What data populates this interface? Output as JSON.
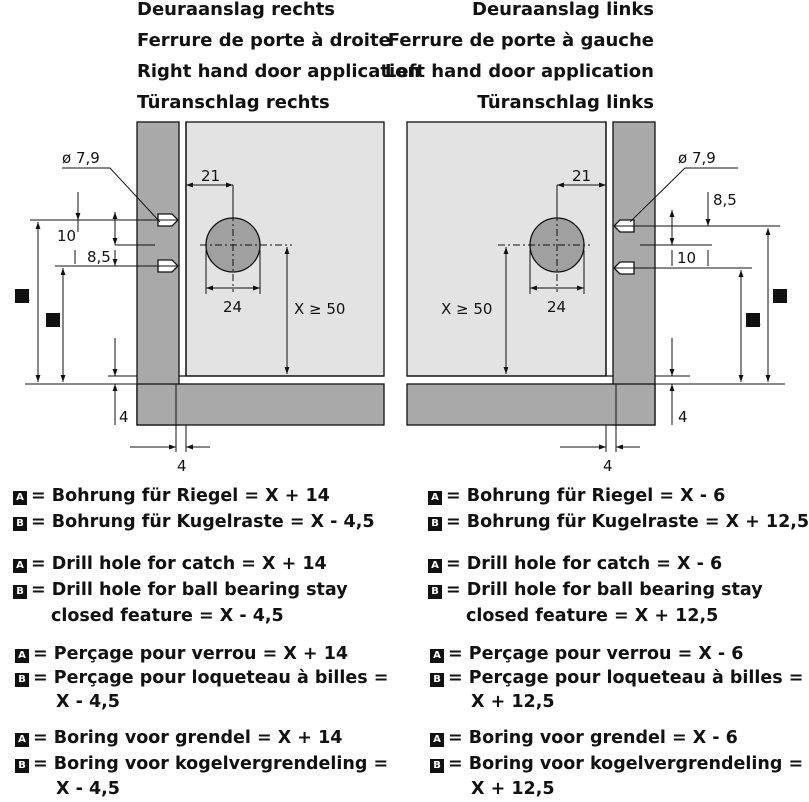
{
  "headers": {
    "left": [
      "Deuraanslag rechts",
      "Ferrure de porte à droite",
      "Right hand door application",
      "Türanschlag rechts"
    ],
    "right": [
      "Deuraanslag links",
      "Ferrure de porte à gauche",
      "Left hand door application",
      "Türanschlag links"
    ]
  },
  "dimensions": {
    "hole_dia": "ø 7,9",
    "d21": "21",
    "d10": "10",
    "d85": "8,5",
    "d24": "24",
    "d4": "4",
    "x_cond": "X ≥ 50",
    "key_a": "A",
    "key_b": "B"
  },
  "legend": {
    "left": [
      {
        "key": "A",
        "text": "= Bohrung für Riegel = X + 14"
      },
      {
        "key": "B",
        "text": "= Bohrung für Kugelraste = X - 4,5"
      },
      {
        "key": "A",
        "text": "= Drill hole for catch = X + 14"
      },
      {
        "key": "B",
        "text": "= Drill hole for ball bearing stay"
      },
      {
        "key": "",
        "text": "closed feature = X - 4,5"
      },
      {
        "key": "A",
        "text": "= Perçage pour verrou = X + 14"
      },
      {
        "key": "B",
        "text": "= Perçage pour loqueteau à billes ="
      },
      {
        "key": "",
        "text": "X - 4,5"
      },
      {
        "key": "A",
        "text": "= Boring voor grendel = X + 14"
      },
      {
        "key": "B",
        "text": "= Boring voor kogelvergrendeling ="
      },
      {
        "key": "",
        "text": "X - 4,5"
      }
    ],
    "right": [
      {
        "key": "A",
        "text": "= Bohrung für Riegel = X - 6"
      },
      {
        "key": "B",
        "text": "= Bohrung für Kugelraste = X + 12,5"
      },
      {
        "key": "A",
        "text": "= Drill hole for catch = X - 6"
      },
      {
        "key": "B",
        "text": "= Drill hole for ball bearing stay"
      },
      {
        "key": "",
        "text": "closed feature = X + 12,5"
      },
      {
        "key": "A",
        "text": "= Perçage pour verrou = X - 6"
      },
      {
        "key": "B",
        "text": "= Perçage pour loqueteau à billes ="
      },
      {
        "key": "",
        "text": "X + 12,5"
      },
      {
        "key": "A",
        "text": "= Boring voor grendel = X - 6"
      },
      {
        "key": "B",
        "text": "= Boring voor kogelvergrendeling ="
      },
      {
        "key": "",
        "text": "X + 12,5"
      }
    ]
  },
  "colors": {
    "frame": "#a9a9a9",
    "door": "#e3e3e3",
    "hole": "#a0a0a0",
    "ink": "#111111"
  }
}
